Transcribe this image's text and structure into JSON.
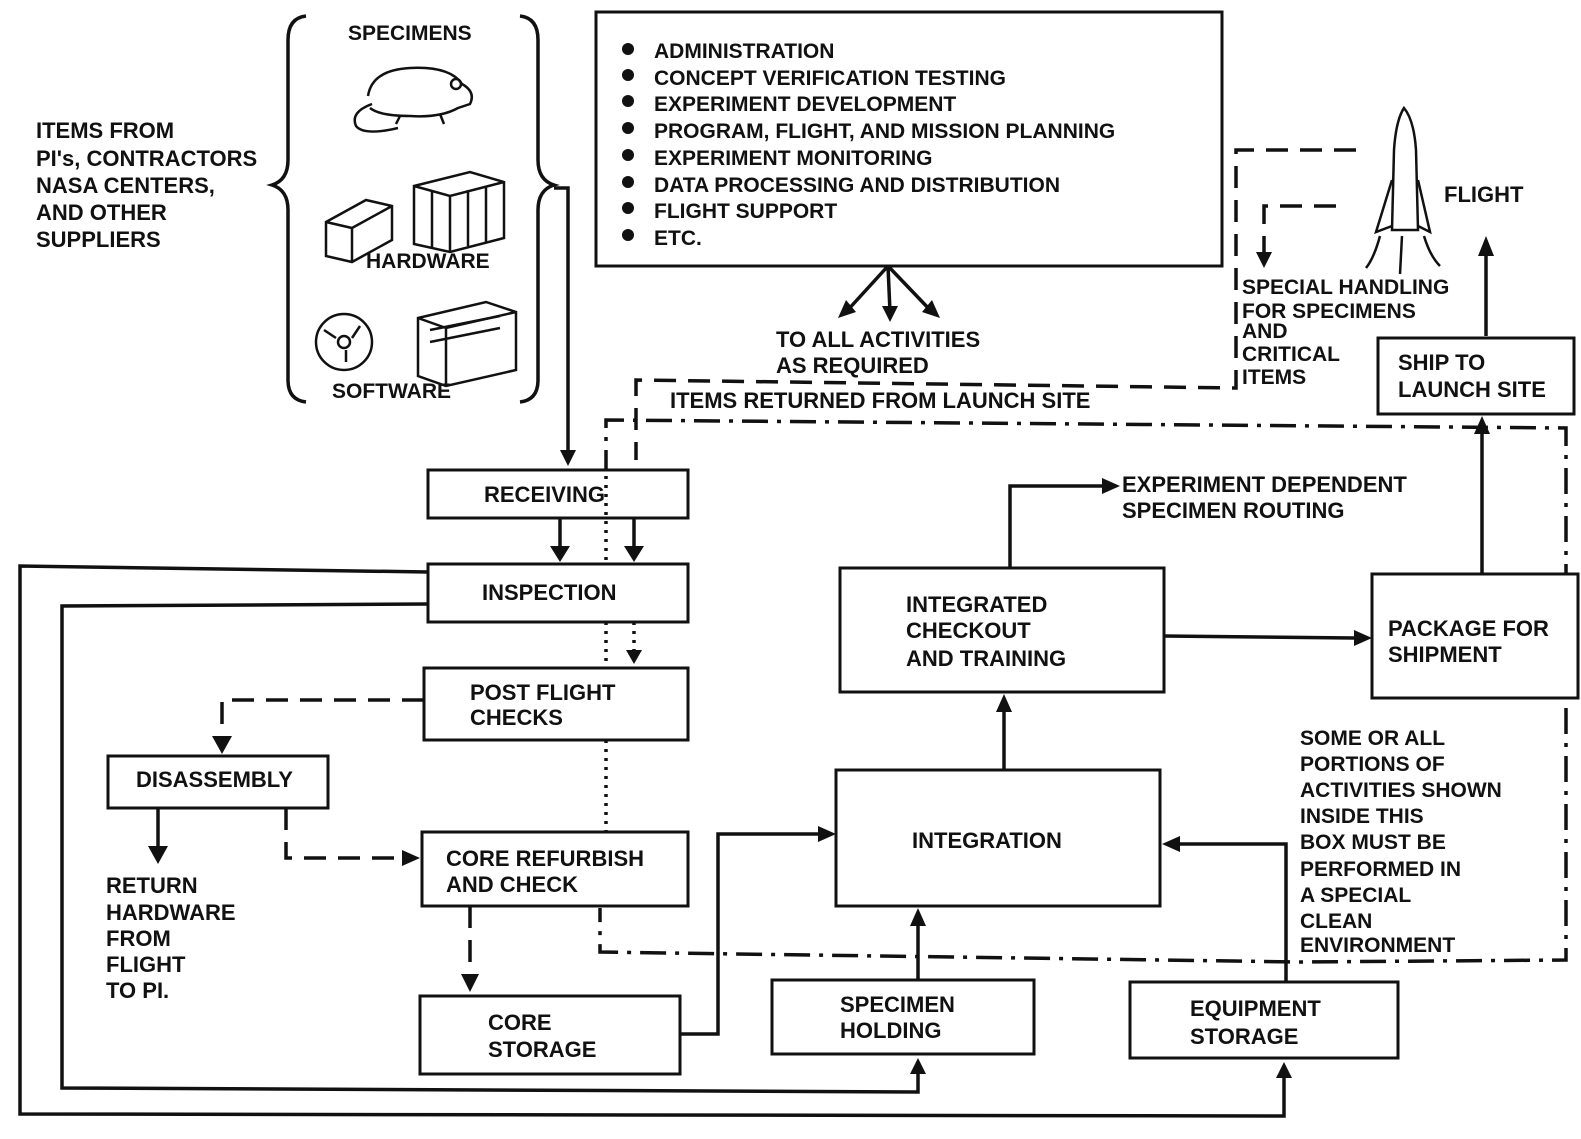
{
  "specimens_group": {
    "specimens_label": "SPECIMENS",
    "hardware_label": "HARDWARE",
    "software_label": "SOFTWARE"
  },
  "items_from": [
    "ITEMS FROM",
    "PI's, CONTRACTORS",
    "NASA CENTERS,",
    "AND OTHER",
    "SUPPLIERS"
  ],
  "activities": [
    "ADMINISTRATION",
    "CONCEPT VERIFICATION TESTING",
    "EXPERIMENT DEVELOPMENT",
    "PROGRAM, FLIGHT, AND MISSION PLANNING",
    "EXPERIMENT MONITORING",
    "DATA PROCESSING AND DISTRIBUTION",
    "FLIGHT SUPPORT",
    "ETC."
  ],
  "to_all_activities": [
    "TO ALL ACTIVITIES",
    "AS REQUIRED"
  ],
  "items_returned": "ITEMS RETURNED FROM LAUNCH SITE",
  "special_handling": [
    "SPECIAL HANDLING",
    "FOR SPECIMENS",
    "AND",
    "CRITICAL",
    "ITEMS"
  ],
  "flight_label": "FLIGHT",
  "boxes": {
    "receiving": [
      "RECEIVING"
    ],
    "inspection": [
      "INSPECTION"
    ],
    "post_flight": [
      "POST FLIGHT",
      "CHECKS"
    ],
    "disassembly": [
      "DISASSEMBLY"
    ],
    "core_refurbish": [
      "CORE REFURBISH",
      "AND CHECK"
    ],
    "core_storage": [
      "CORE",
      "STORAGE"
    ],
    "specimen_holding": [
      "SPECIMEN",
      "HOLDING"
    ],
    "equipment_storage": [
      "EQUIPMENT",
      "STORAGE"
    ],
    "integration": [
      "INTEGRATION"
    ],
    "integrated_checkout": [
      "INTEGRATED",
      "CHECKOUT",
      "AND TRAINING"
    ],
    "package": [
      "PACKAGE FOR",
      "SHIPMENT"
    ],
    "ship": [
      "SHIP TO",
      "LAUNCH SITE"
    ]
  },
  "experiment_routing": [
    "EXPERIMENT DEPENDENT",
    "SPECIMEN ROUTING"
  ],
  "return_hardware": [
    "RETURN",
    "HARDWARE",
    "FROM",
    "FLIGHT",
    "TO PI."
  ],
  "clean_note": [
    "SOME OR ALL",
    "PORTIONS OF",
    "ACTIVITIES SHOWN",
    "INSIDE THIS",
    "BOX MUST BE",
    "PERFORMED IN",
    "A SPECIAL",
    "CLEAN",
    "ENVIRONMENT"
  ]
}
